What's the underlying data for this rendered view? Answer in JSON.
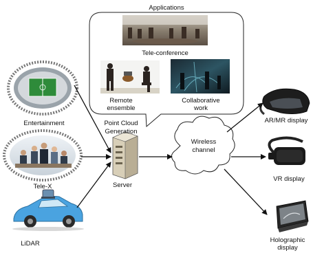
{
  "labels": {
    "applications": "Applications",
    "tele_conference": "Tele-conference",
    "remote_ensemble_line1": "Remote",
    "remote_ensemble_line2": "ensemble",
    "collaborative_work_line1": "Collaborative",
    "collaborative_work_line2": "work",
    "entertainment": "Entertainment",
    "tele_x": "Tele-X",
    "lidar": "LiDAR",
    "point_cloud_line1": "Point Cloud",
    "point_cloud_line2": "Generation",
    "server": "Server",
    "wireless_line1": "Wireless",
    "wireless_line2": "channel",
    "ar_mr_display": "AR/MR display",
    "vr_display": "VR display",
    "holographic_line1": "Holographic",
    "holographic_line2": "display"
  },
  "colors": {
    "line": "#111111",
    "car_body": "#4aa3e0",
    "lidar_sensor": "#6a8fb0",
    "stadium_field": "#2e8b3a",
    "server_body": "#d8cfb8"
  }
}
